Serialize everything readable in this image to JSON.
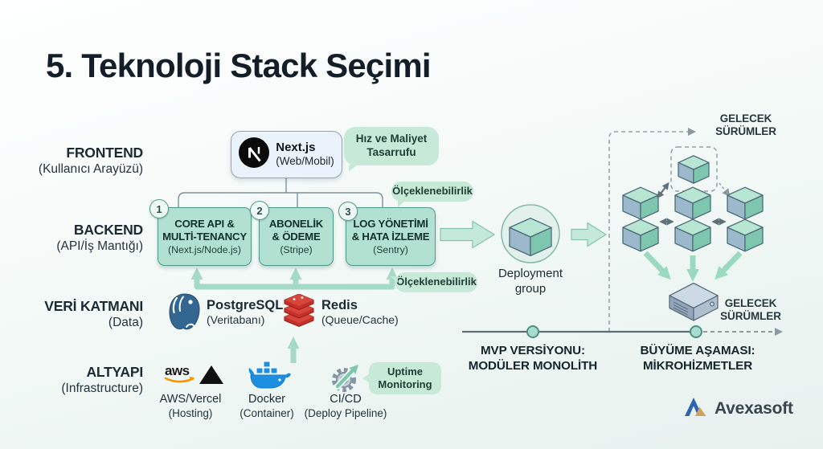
{
  "title": "5. Teknoloji Stack Seçimi",
  "layers": {
    "frontend": {
      "label": "FRONTEND",
      "sublabel": "(Kullanıcı Arayüzü)"
    },
    "backend": {
      "label": "BACKEND",
      "sublabel": "(API/İş Mantığı)"
    },
    "data": {
      "label": "VERİ KATMANI",
      "sublabel": "(Data)"
    },
    "infra": {
      "label": "ALTYAPI",
      "sublabel": "(Infrastructure)"
    }
  },
  "frontend_node": {
    "title": "Next.js",
    "subtitle": "(Web/Mobil)"
  },
  "backend_nodes": [
    {
      "num": "1",
      "line1": "CORE API &",
      "line2": "MULTİ-TENANCY",
      "detail": "(Next.js/Node.js)"
    },
    {
      "num": "2",
      "line1": "ABONELİK",
      "line2": "& ÖDEME",
      "detail": "(Stripe)"
    },
    {
      "num": "3",
      "line1": "LOG YÖNETİMİ",
      "line2": "& HATA İZLEME",
      "detail": "(Sentry)"
    }
  ],
  "data_nodes": [
    {
      "name": "PostgreSQL",
      "detail": "(Veritabanı)"
    },
    {
      "name": "Redis",
      "detail": "(Queue/Cache)"
    }
  ],
  "infra_nodes": [
    {
      "name": "AWS/Vercel",
      "detail": "(Hosting)"
    },
    {
      "name": "Docker",
      "detail": "(Container)"
    },
    {
      "name": "CI/CD",
      "detail": "(Deploy Pipeline)"
    }
  ],
  "callouts": {
    "cost": {
      "line1": "Hız ve Maliyet",
      "line2": "Tasarrufu"
    },
    "scalability_top": "Ölçeklenebilirlik",
    "scalability_bottom": "Ölçeklenebilirlik",
    "uptime": {
      "line1": "Uptime",
      "line2": "Monitoring"
    }
  },
  "deployment": {
    "line1": "Deployment",
    "line2": "group"
  },
  "future_releases_top": {
    "line1": "GELECEK",
    "line2": "SÜRÜMLER"
  },
  "future_releases_bottom": {
    "line1": "GELECEK",
    "line2": "SÜRÜMLER"
  },
  "timeline": {
    "mvp": {
      "line1": "MVP VERSİYONU:",
      "line2": "MODÜLER MONOLİTH"
    },
    "growth": {
      "line1": "BÜYÜME AŞAMASI:",
      "line2": "MİKROHİZMETLER"
    }
  },
  "logos": {
    "aws_text": "aws"
  },
  "brand": {
    "name": "Avexasoft"
  },
  "colors": {
    "background_top": "#feffff",
    "background_bottom": "#e7f1ee",
    "node_mint": "#b2e0d1",
    "node_border": "#4f998b",
    "callout_green": "#c7ead8",
    "arrow_mint": "#a5d9c8",
    "cube_top": "#b7e6d3",
    "cube_left": "#9cb9cc",
    "cube_right": "#7cc7ad",
    "postgres_blue": "#336791",
    "redis_red": "#c6302b",
    "docker_blue": "#1d8fe1",
    "aws_orange": "#f79400",
    "title_dark": "#141e28"
  }
}
